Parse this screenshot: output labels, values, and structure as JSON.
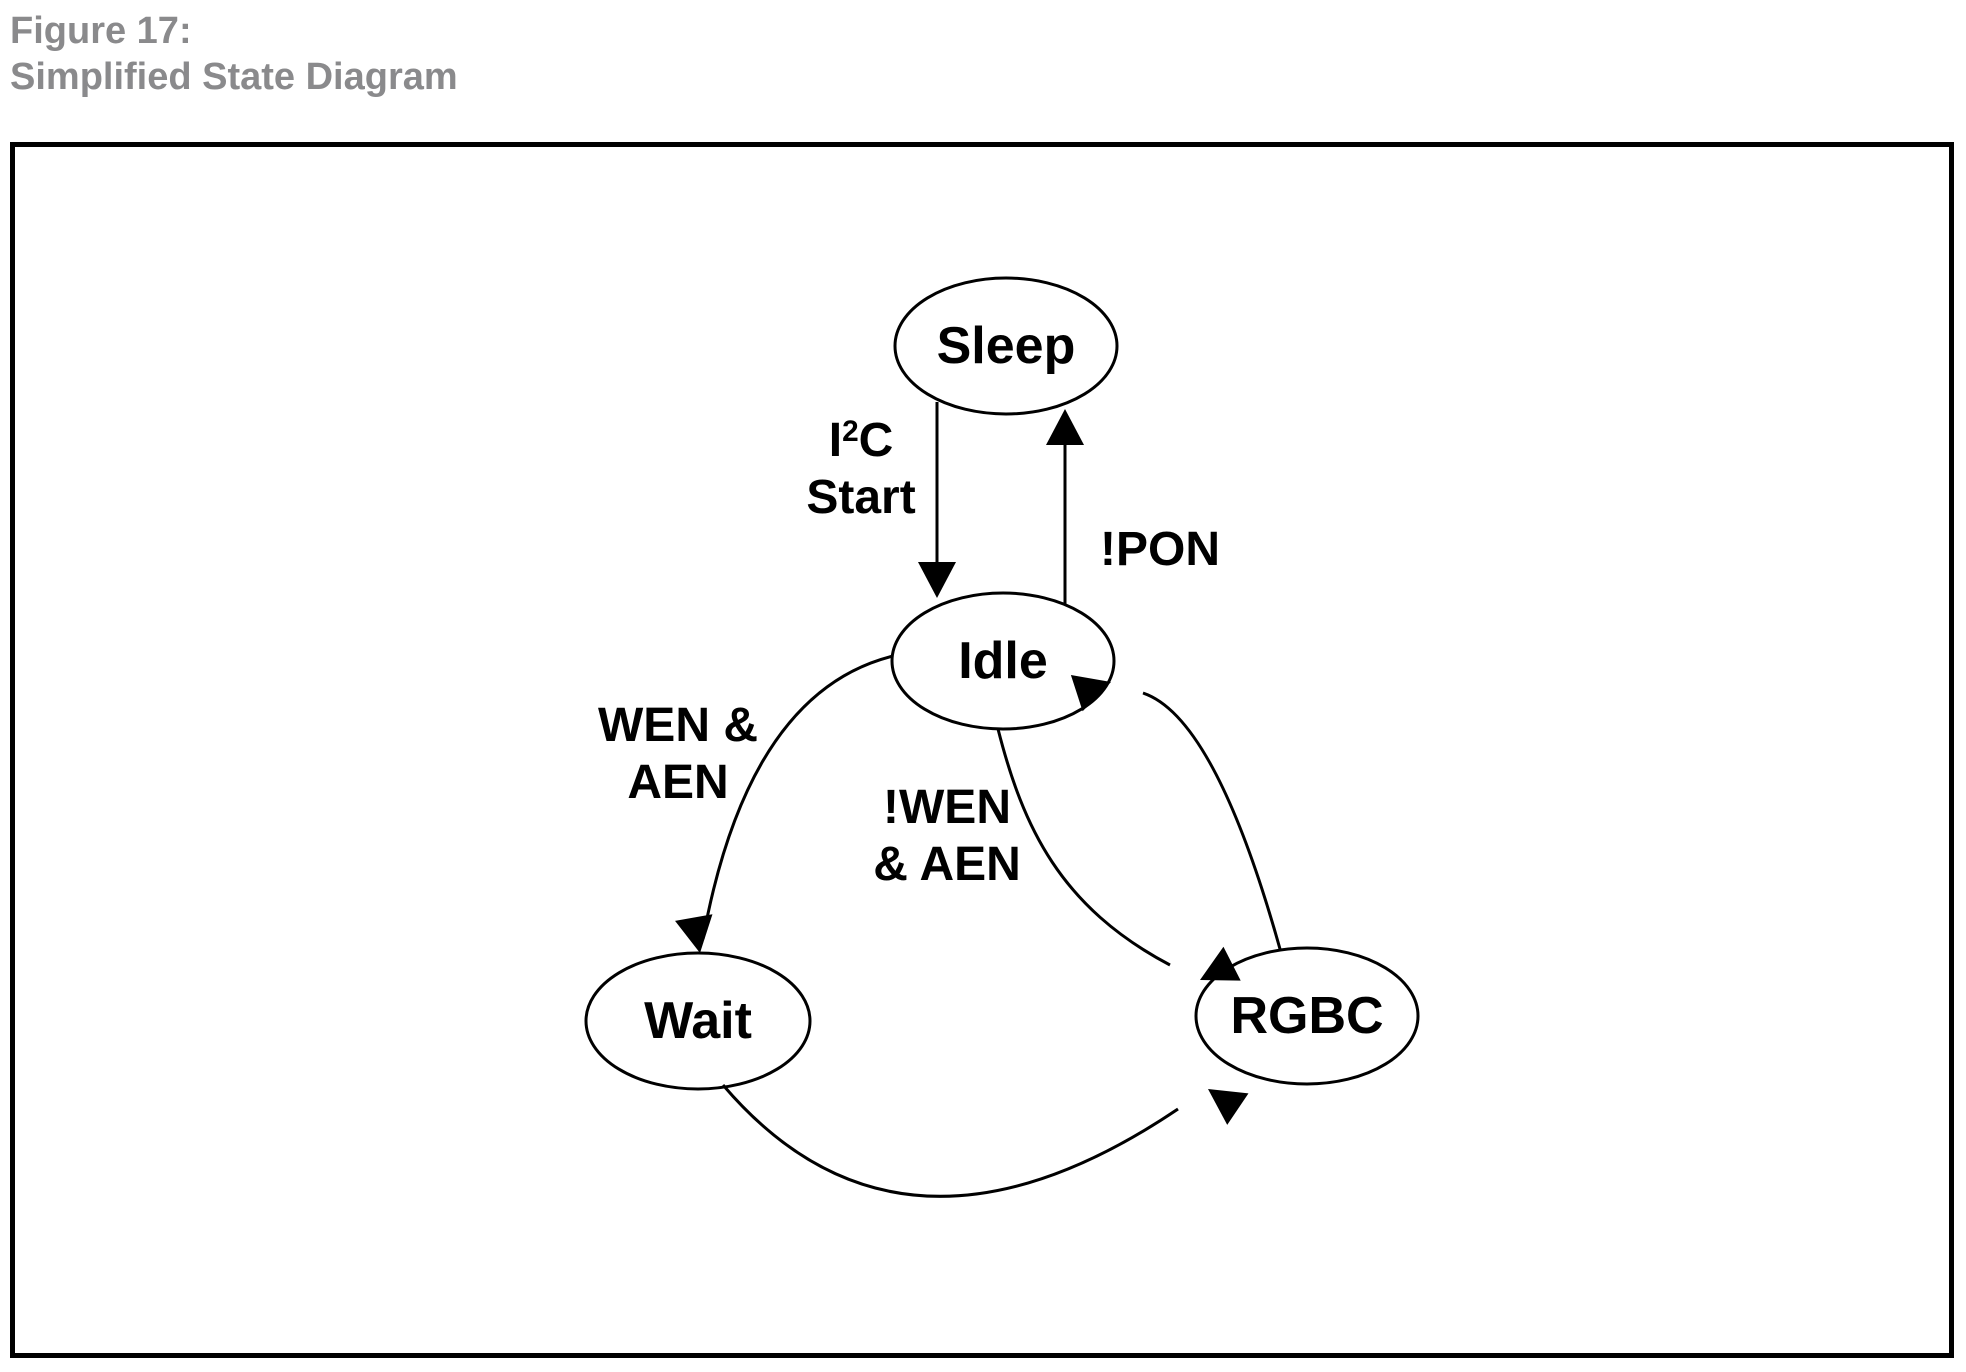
{
  "header": {
    "figure_label": "Figure 17:",
    "figure_title": "Simplified State Diagram"
  },
  "colors": {
    "title_gray": "#8a8a8c",
    "diagram_stroke": "#000000",
    "background": "#ffffff"
  },
  "diagram": {
    "states": [
      {
        "id": "sleep",
        "label": "Sleep"
      },
      {
        "id": "idle",
        "label": "Idle"
      },
      {
        "id": "wait",
        "label": "Wait"
      },
      {
        "id": "rgbc",
        "label": "RGBC"
      }
    ],
    "transitions": [
      {
        "from": "Sleep",
        "to": "Idle",
        "label_pre": "I",
        "label_sup": "2",
        "label_post": "C",
        "label_line2": "Start"
      },
      {
        "from": "Idle",
        "to": "Sleep",
        "label": "!PON"
      },
      {
        "from": "Idle",
        "to": "Wait",
        "label_line1": "WEN &",
        "label_line2": "AEN"
      },
      {
        "from": "Idle",
        "to": "RGBC",
        "label_line1": "!WEN",
        "label_line2": "& AEN"
      },
      {
        "from": "Wait",
        "to": "RGBC"
      },
      {
        "from": "RGBC",
        "to": "Idle"
      }
    ]
  }
}
